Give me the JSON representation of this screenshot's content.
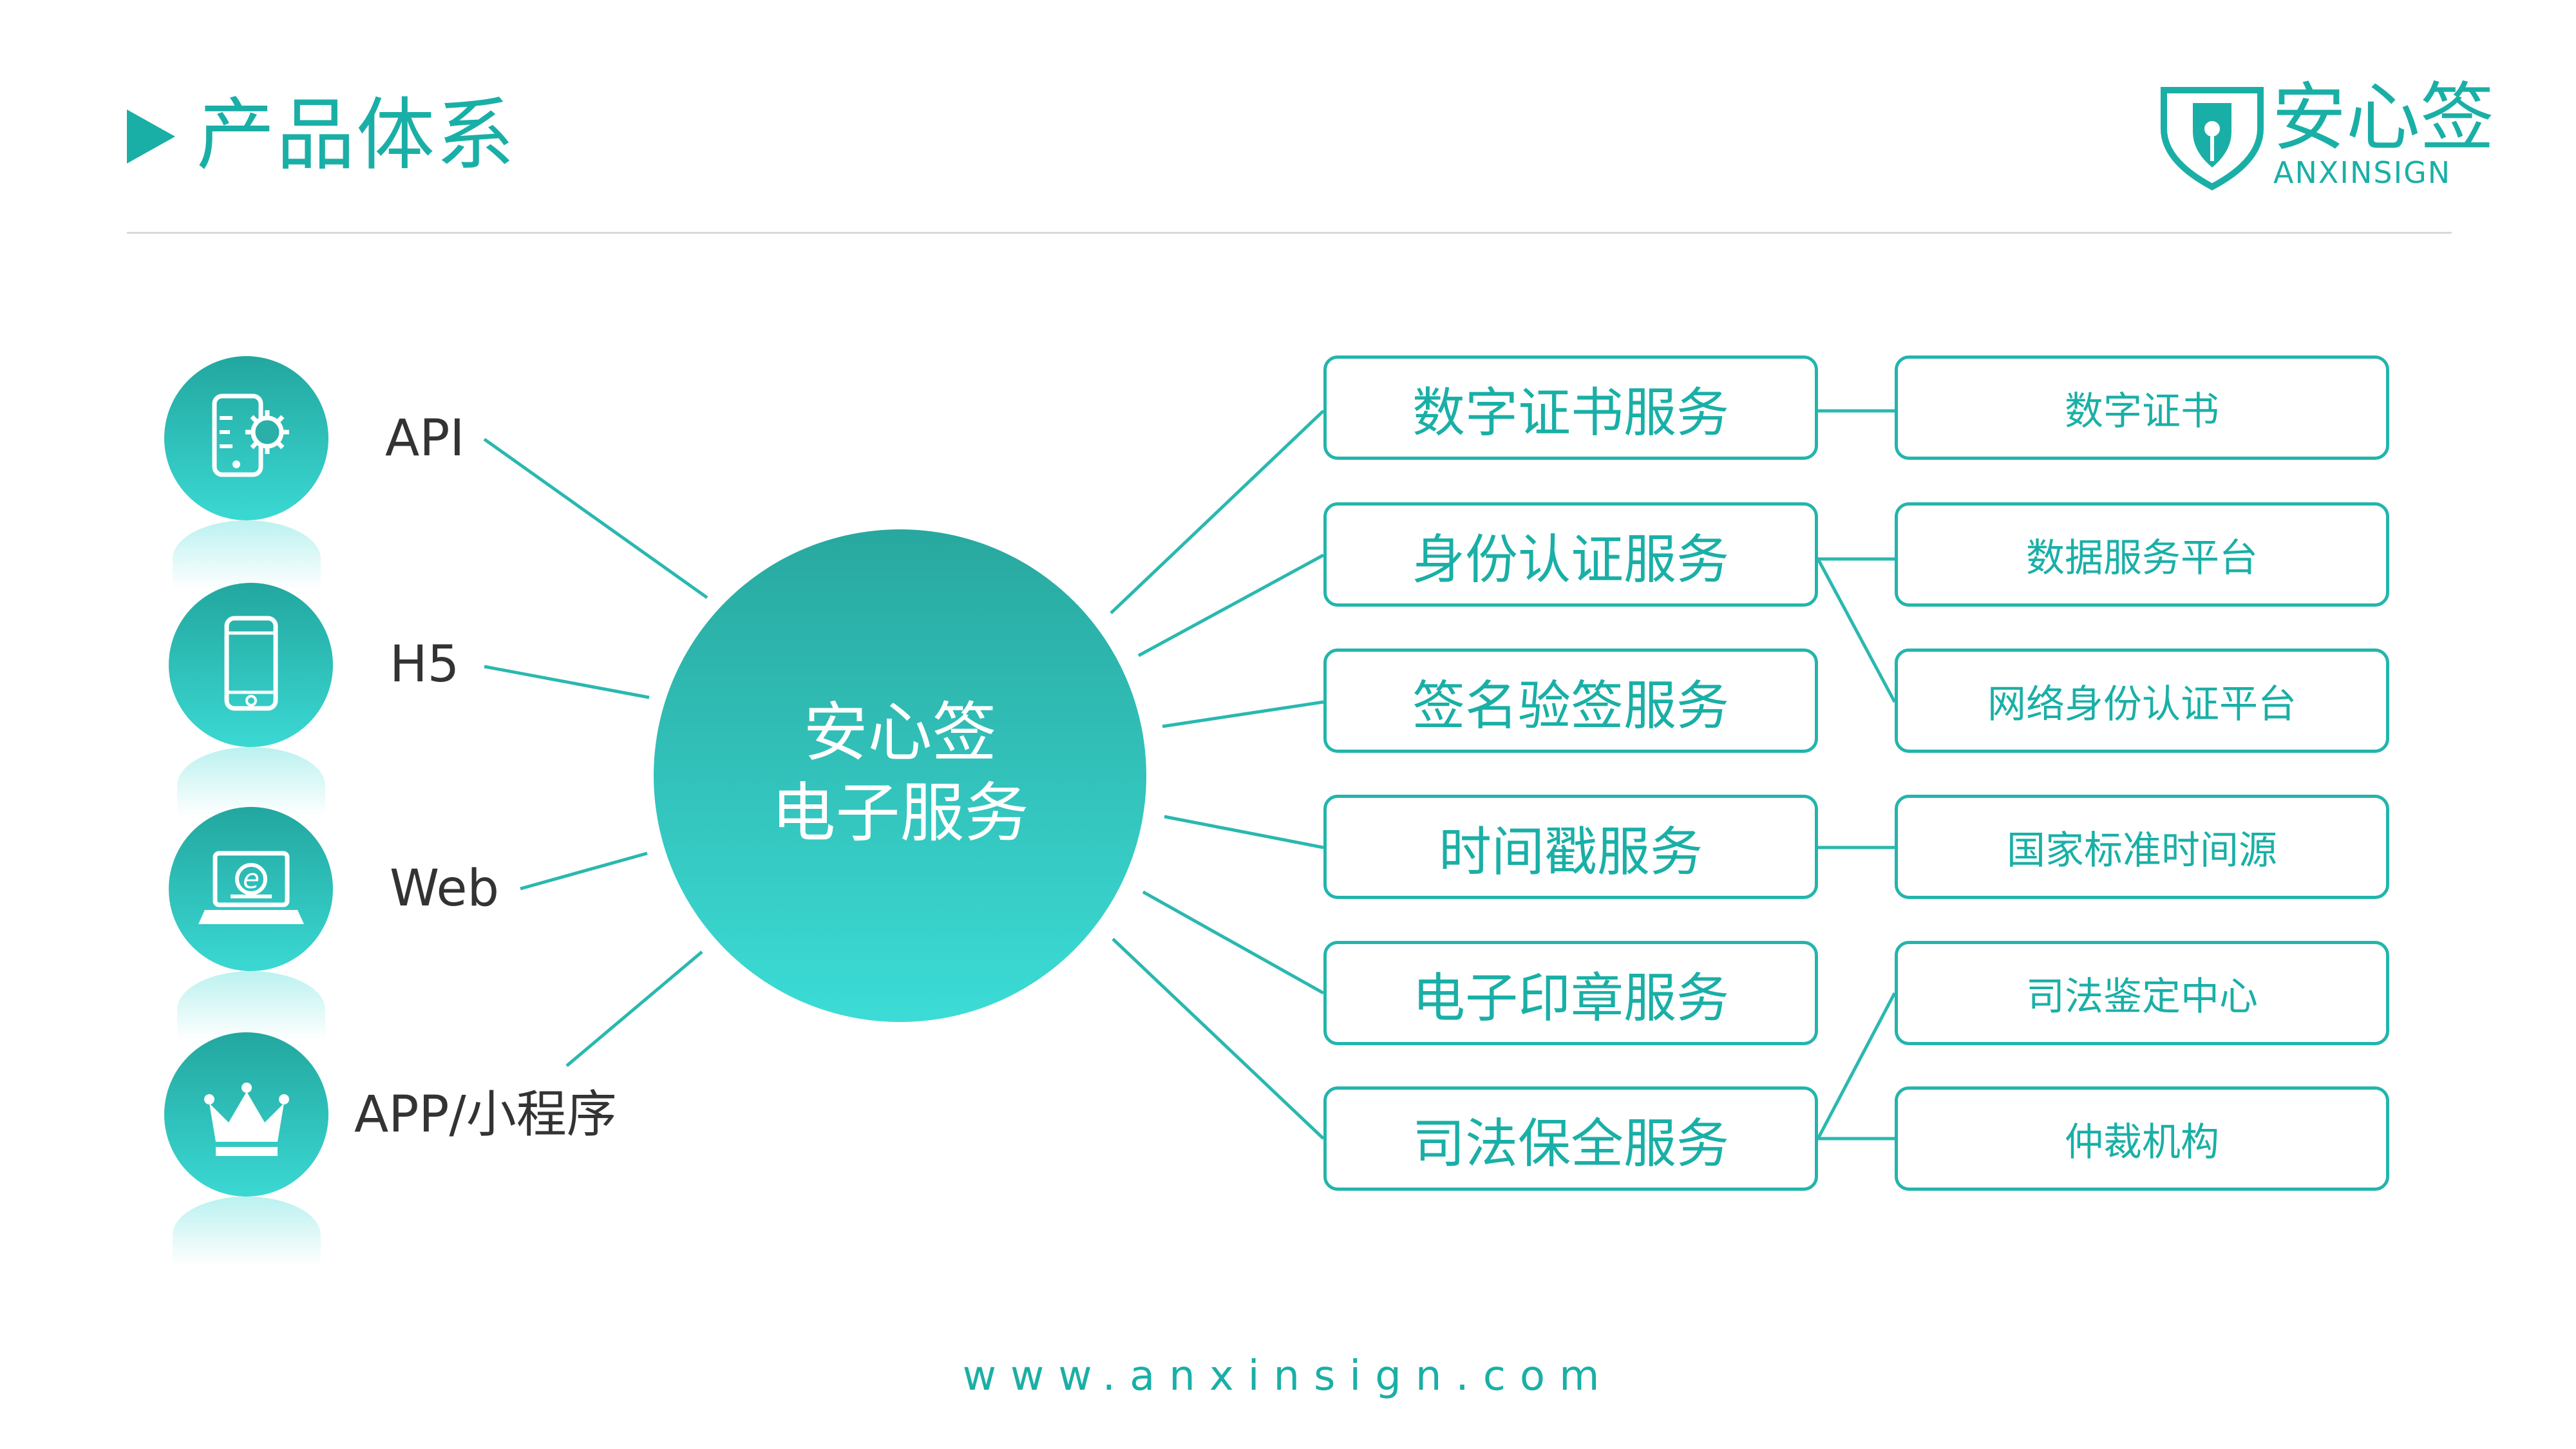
{
  "header": {
    "title": "产品体系",
    "logo_name": "安心签",
    "logo_sub": "ANXINSIGN"
  },
  "channels": [
    {
      "label": "API",
      "icon": "phone-gear-icon"
    },
    {
      "label": "H5",
      "icon": "smartphone-icon"
    },
    {
      "label": "Web",
      "icon": "laptop-browser-icon"
    },
    {
      "label": "APP/小程序",
      "icon": "crown-icon"
    }
  ],
  "hub": {
    "line1": "安心签",
    "line2": "电子服务"
  },
  "services": [
    {
      "label": "数字证书服务"
    },
    {
      "label": "身份认证服务"
    },
    {
      "label": "签名验签服务"
    },
    {
      "label": "时间戳服务"
    },
    {
      "label": "电子印章服务"
    },
    {
      "label": "司法保全服务"
    }
  ],
  "sources": [
    {
      "label": "数字证书"
    },
    {
      "label": "数据服务平台"
    },
    {
      "label": "网络身份认证平台"
    },
    {
      "label": "国家标准时间源"
    },
    {
      "label": "司法鉴定中心"
    },
    {
      "label": "仲裁机构"
    }
  ],
  "footer": {
    "url": "www.anxinsign.com"
  },
  "colors": {
    "accent": "#1aafa6",
    "hub_top": "#28a89f",
    "hub_bottom": "#3cdcd6",
    "text": "#333333"
  }
}
